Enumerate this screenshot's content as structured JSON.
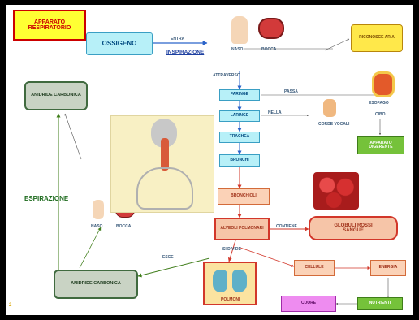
{
  "title": "APPARATO RESPIRATORIO",
  "nodes": {
    "ossigeno": "OSSIGENO",
    "inspirazione": "INSPIRAZIONE",
    "naso": "NASO",
    "bocca": "BOCCA",
    "faringe": "FARINGE",
    "laringe": "LARINGE",
    "trachea": "TRACHEA",
    "bronchi": "BRONCHI",
    "bronchioli": "BRONCHIOLI",
    "alveoli": "ALVEOLI POLMONARI",
    "globuli": "GLOBULI ROSSI",
    "sangue": "SANGUE",
    "polmoni": "POLMONI",
    "anidride": "ANIDRIDE CARBONICA",
    "espirazione": "ESPIRAZIONE",
    "riconosce": "RICONOSCE ARIA",
    "esofago": "ESOFAGO",
    "cibo": "CIBO",
    "apparato_dig": "APPARATO DIGERENTE",
    "corde": "CORDE VOCALI",
    "naso2": "NASO",
    "bocca2": "BOCCA",
    "dx_box1": "CELLULE",
    "dx_box2": "ENERGIA",
    "dx_box3": "NUTRIENTI",
    "dx_purple": "CUORE"
  },
  "labels": {
    "entra": "ENTRA",
    "attraverso": "ATTRAVERSO",
    "passa": "PASSA",
    "nella": "NELLA",
    "si_divide": "SI DIVIDE",
    "contiene": "CONTIENE",
    "esce": "ESCE",
    "page_number": "2"
  },
  "colors": {
    "arrow_blue": "#2a63c9",
    "arrow_red": "#d2372a",
    "arrow_green": "#3f7d1a",
    "espirazione_text": "#1e6b1e"
  }
}
